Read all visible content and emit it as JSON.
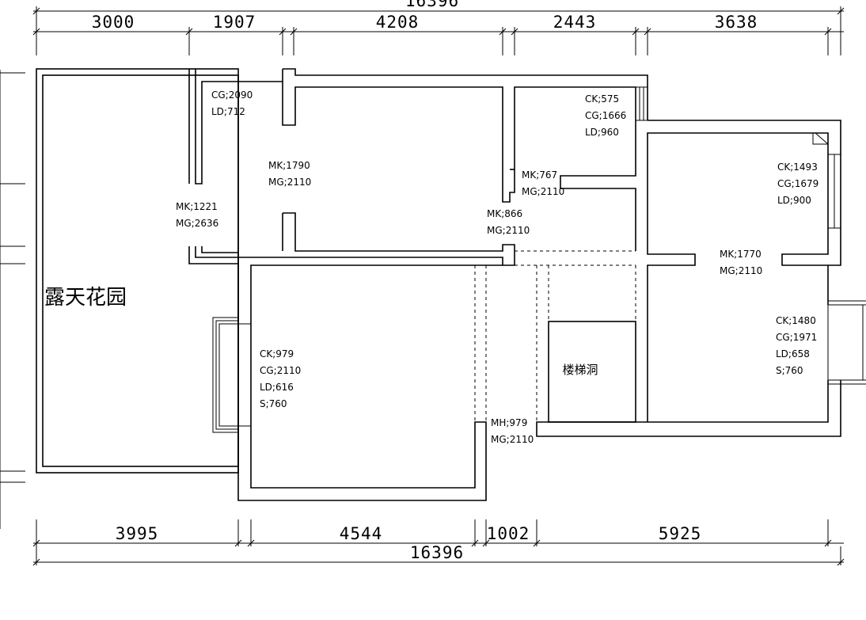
{
  "top_dimensions": {
    "total": "16396",
    "segments": [
      "3000",
      "1907",
      "4208",
      "2443",
      "3638"
    ]
  },
  "bottom_dimensions": {
    "total": "16396",
    "segments": [
      "3995",
      "4544",
      "1002",
      "5925"
    ]
  },
  "rooms": {
    "garden": "露天花园",
    "stairwell": "楼梯洞"
  },
  "openings": {
    "window_a": [
      "CG;2090",
      "LD;712"
    ],
    "door_1790": [
      "MK;1790",
      "MG;2110"
    ],
    "door_1221": [
      "MK;1221",
      "MG;2636"
    ],
    "window_575": [
      "CK;575",
      "CG;1666",
      "LD;960"
    ],
    "door_767": [
      "MK;767",
      "MG;2110"
    ],
    "door_866": [
      "MK;866",
      "MG;2110"
    ],
    "window_1493": [
      "CK;1493",
      "CG;1679",
      "LD;900"
    ],
    "door_1770": [
      "MK;1770",
      "MG;2110"
    ],
    "window_1480": [
      "CK;1480",
      "CG;1971",
      "LD;658",
      "S;760"
    ],
    "window_979": [
      "CK;979",
      "CG;2110",
      "LD;616",
      "S;760"
    ],
    "door_mh979": [
      "MH;979",
      "MG;2110"
    ]
  }
}
